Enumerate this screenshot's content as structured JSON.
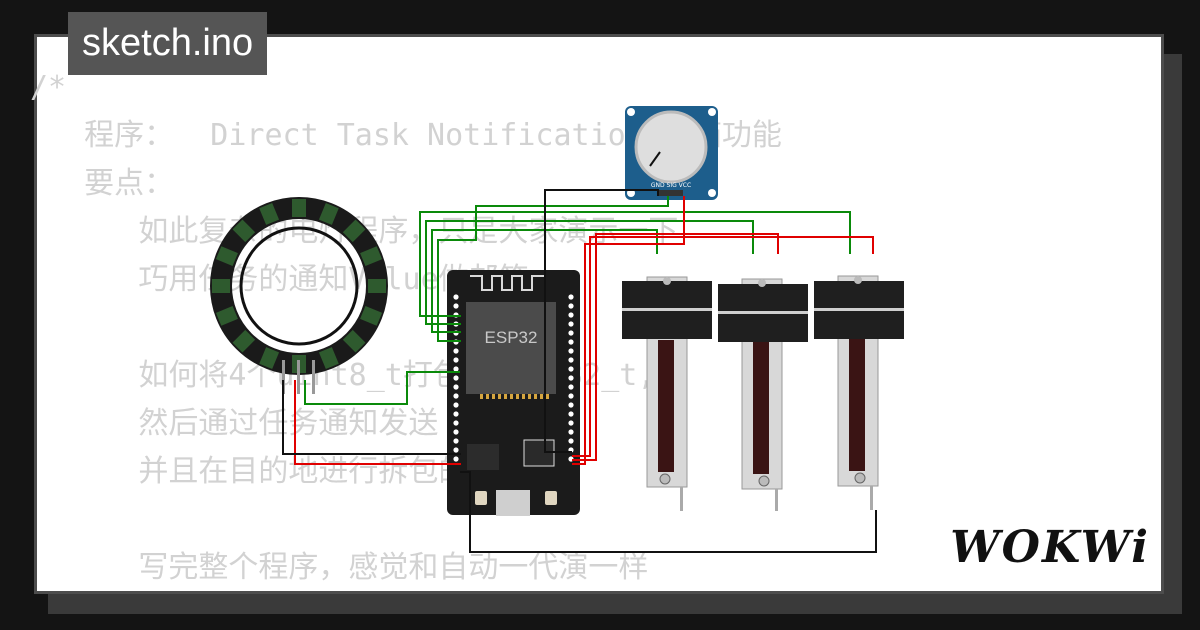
{
  "tab": {
    "label": "sketch.ino"
  },
  "code_lines": [
    "/*",
    "   程序：  Direct Task Notification 邮箱功能",
    "   要点：",
    "      如此复杂的电灯程序，只是大家演示一下",
    "      巧用任务的通知Value做邮箱",
    "",
    "      如何将4个uint8_t打包成uint32_t,",
    "      然后通过任务通知发送",
    "      并且在目的地进行拆包的方法。",
    "",
    "      写完整个程序，感觉和自动一代演一样"
  ],
  "board": {
    "label": "ESP32"
  },
  "rotary": {
    "pin_labels": "GND SIG VCC"
  },
  "logo": {
    "text": "WOKWi"
  },
  "colors": {
    "wire_green": "#0a8a0a",
    "wire_red": "#e00000",
    "wire_black": "#111111",
    "board": "#1b1b1b",
    "ring_led": "#2e5a2e",
    "rotary_pcb": "#1d5e8c"
  }
}
